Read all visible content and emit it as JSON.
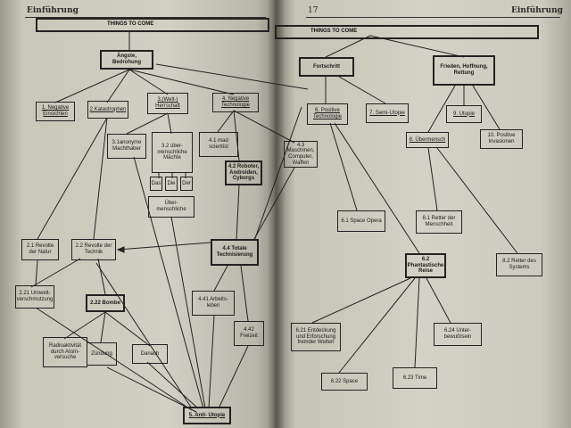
{
  "left_page": {
    "running_header": "Einführung",
    "banner_title": "THINGS TO COME",
    "nodes": {
      "angste": "Ängste, Bedrohung",
      "n1": "1. Negative Einsichten",
      "n2": "2.Katastrophen",
      "n3": "3.(Welt-) Herrschaft",
      "n4": "4. Negative Technologie",
      "n31": "3.1anonyme Machthaber",
      "n32": "3.2 über-menschliche Mächte",
      "das": "Das",
      "die": "Die",
      "der": "Der",
      "uber": "Über-menschliche",
      "n41": "4.1 mad scientist",
      "n42": "4.2 Roboter, Androiden, Cyborgs",
      "n43": "4.3 Maschinen, Computer, Waffen",
      "n21": "2.1 Revolte der Natur",
      "n22": "2.2 Revolte der Technik",
      "n44": "4.4 Totale Technisierung",
      "n221": "2.21 Umwelt-verschmutzung",
      "n222": "2.22 Bombe",
      "n441": "4.41 Arbeits-leben",
      "n442": "4.42 Freizeit",
      "rad": "Radioaktivität durch Atom-versuche",
      "zund": "Zündung",
      "danach": "Danach",
      "n5": "5. Anti- Utopie"
    }
  },
  "right_page": {
    "page_number": "17",
    "running_header": "Einführung",
    "banner_title": "THINGS TO COME",
    "nodes": {
      "fort": "Fortschritt",
      "frieden": "Frieden, Hoffnung, Rettung",
      "n6": "6. Positive Technologie",
      "n7": "7. Semi-Utopie",
      "n9": "9. Utopie",
      "n8": "8. Übermensch",
      "n10": "10. Positive Invasionen",
      "n61": "6.1 Space Opera",
      "n81": "8.1 Retter der Menschheit",
      "n62": "6.2 Phantastische Reise",
      "n82": "8.2 Retter des Systems",
      "n621": "6.21 Entdeckung und Erforschung fremder Welten",
      "n624": "6.24 Unter-bewußtsein",
      "n622": "6.22 Space",
      "n623": "6.23 Time"
    }
  }
}
